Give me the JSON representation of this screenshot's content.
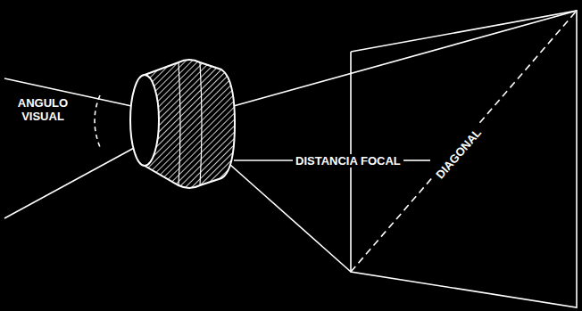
{
  "diagram": {
    "labels": [
      "ANGULO VISUAL",
      "DISTANCIA FOCAL",
      "DIAGONAL"
    ]
  }
}
